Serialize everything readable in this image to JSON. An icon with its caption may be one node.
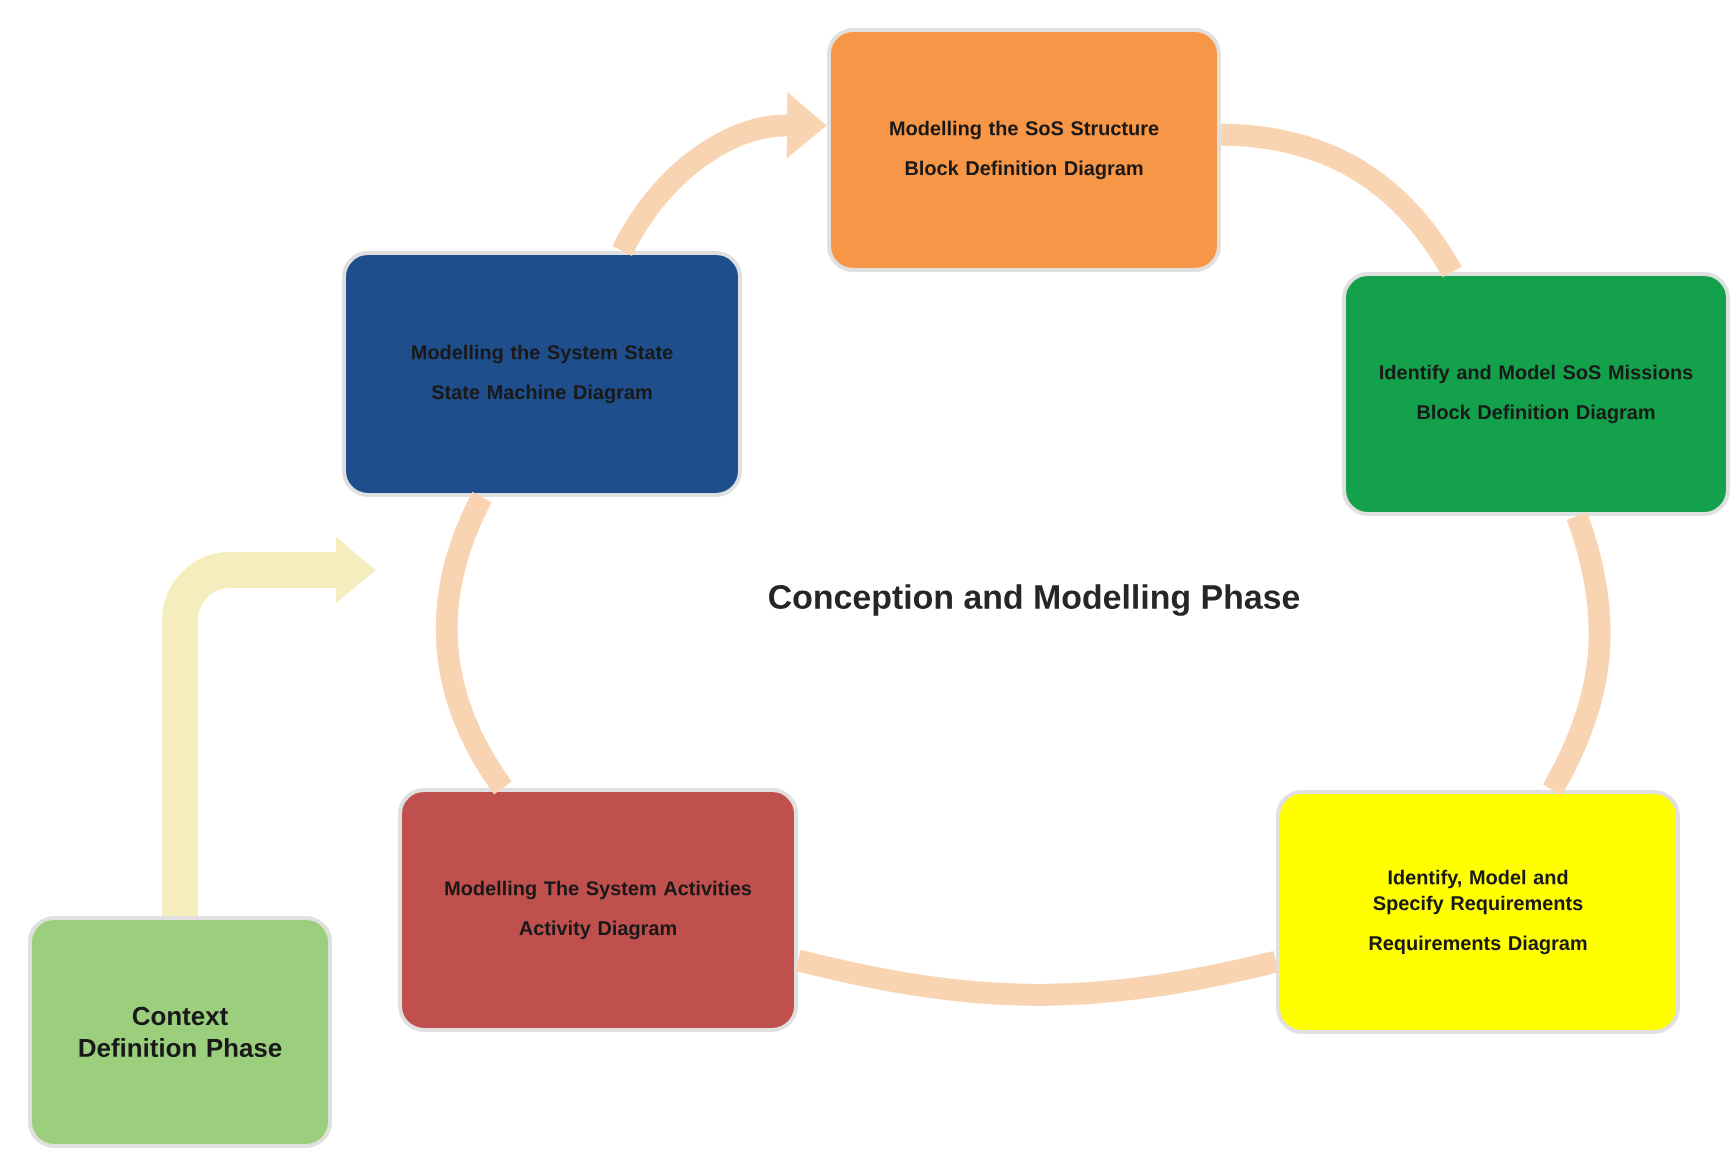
{
  "diagram": {
    "title": "Conception and Modelling Phase",
    "nodes": [
      {
        "text": [
          "Modelling the SoS Structure",
          "Block Definition Diagram"
        ]
      },
      {
        "text": [
          "Modelling the System State",
          "State Machine Diagram"
        ]
      },
      {
        "text": [
          "Identify and Model SoS Missions",
          "Block Definition Diagram"
        ]
      },
      {
        "text": [
          "Modelling The System Activities",
          "Activity Diagram"
        ]
      },
      {
        "text": [
          "Identify, Model and Specify Requirements",
          "Requirements Diagram"
        ]
      },
      {
        "text": [
          "Context Definition Phase"
        ]
      }
    ],
    "edges": [
      {
        "from": 1,
        "to": 0,
        "arrow": "to"
      },
      {
        "from": 0,
        "to": 2,
        "arrow": "none"
      },
      {
        "from": 2,
        "to": 4,
        "arrow": "none"
      },
      {
        "from": 4,
        "to": 3,
        "arrow": "none"
      },
      {
        "from": 3,
        "to": 1,
        "arrow": "none"
      },
      {
        "from": 5,
        "to": null,
        "arrow": "to",
        "color": "#f6edbf"
      }
    ]
  }
}
